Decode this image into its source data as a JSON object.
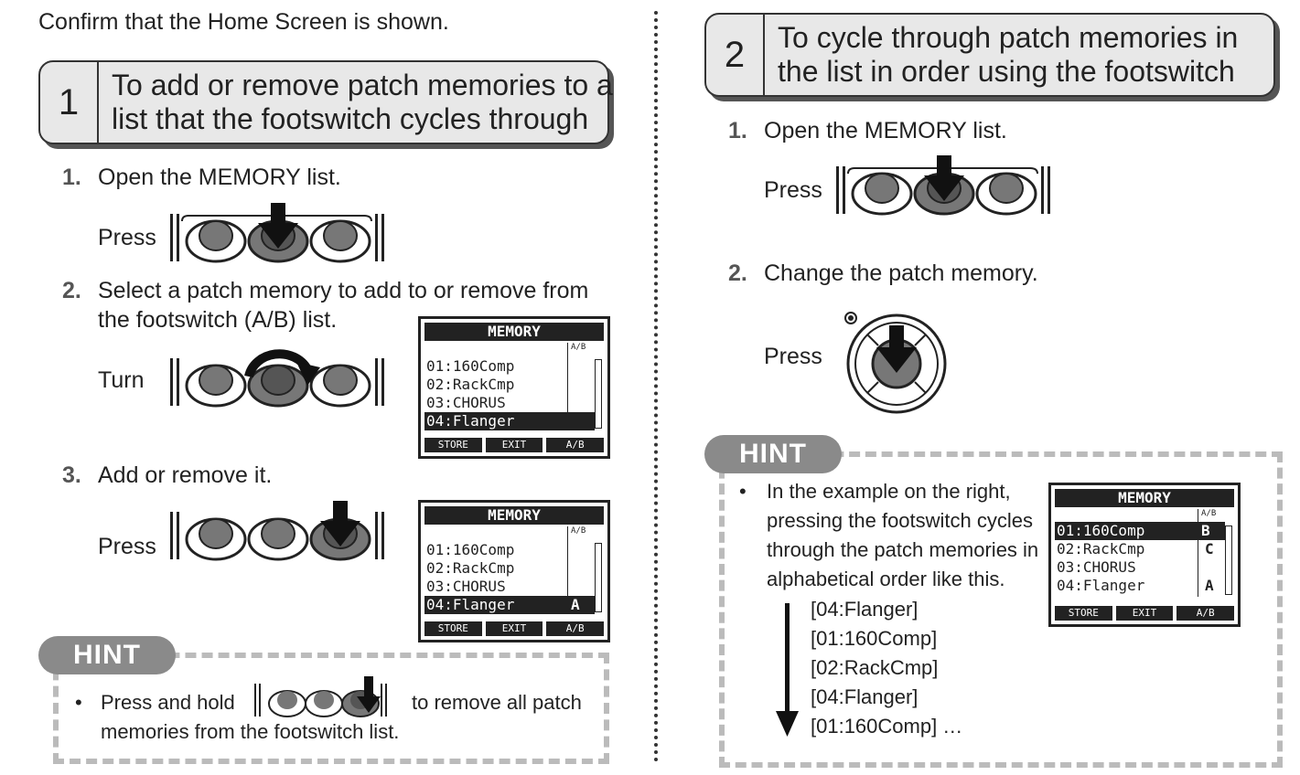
{
  "intro": "Confirm that the Home Screen is shown.",
  "section1": {
    "number": "1",
    "title_line1": "To add or remove patch memories to a",
    "title_line2": "list that the footswitch cycles through",
    "steps": [
      {
        "num": "1.",
        "text": "Open the MEMORY list.",
        "action": "Press"
      },
      {
        "num": "2.",
        "text_line1": "Select a patch memory to add to or remove from",
        "text_line2": "the footswitch (A/B) list.",
        "action": "Turn"
      },
      {
        "num": "3.",
        "text": "Add or remove it.",
        "action": "Press"
      }
    ],
    "hint": {
      "label": "HINT",
      "bullet": "•",
      "text_pre": "Press and hold",
      "text_post": "to remove all patch",
      "text_line2": "memories from the footswitch list."
    }
  },
  "section2": {
    "number": "2",
    "title_line1": "To cycle through patch memories in",
    "title_line2": "the list in order using the footswitch",
    "steps": [
      {
        "num": "1.",
        "text": "Open the MEMORY list.",
        "action": "Press"
      },
      {
        "num": "2.",
        "text": "Change the patch memory.",
        "action": "Press"
      }
    ],
    "hint": {
      "label": "HINT",
      "bullet": "•",
      "lines": [
        "In the example on the right,",
        "pressing the footswitch cycles",
        "through the patch memories in",
        "alphabetical order like this."
      ],
      "sequence": [
        "[04:Flanger]",
        "[01:160Comp]",
        "[02:RackCmp]",
        "[04:Flanger]",
        "[01:160Comp] …"
      ]
    }
  },
  "lcd": {
    "title": "MEMORY",
    "ab_header": "A/B",
    "items": [
      "01:160Comp",
      "02:RackCmp",
      "03:CHORUS",
      "04:Flanger"
    ],
    "footer": [
      "STORE",
      "EXIT",
      "A/B"
    ],
    "screen2_mark": "A",
    "screen3_marks": [
      "B",
      "C",
      "",
      "A"
    ]
  },
  "icons": {
    "knob_row": "three-knob-panel-icon",
    "press_arrow": "down-arrow-icon",
    "turn_arrow": "rotate-arrow-icon",
    "footswitch": "footswitch-icon"
  }
}
